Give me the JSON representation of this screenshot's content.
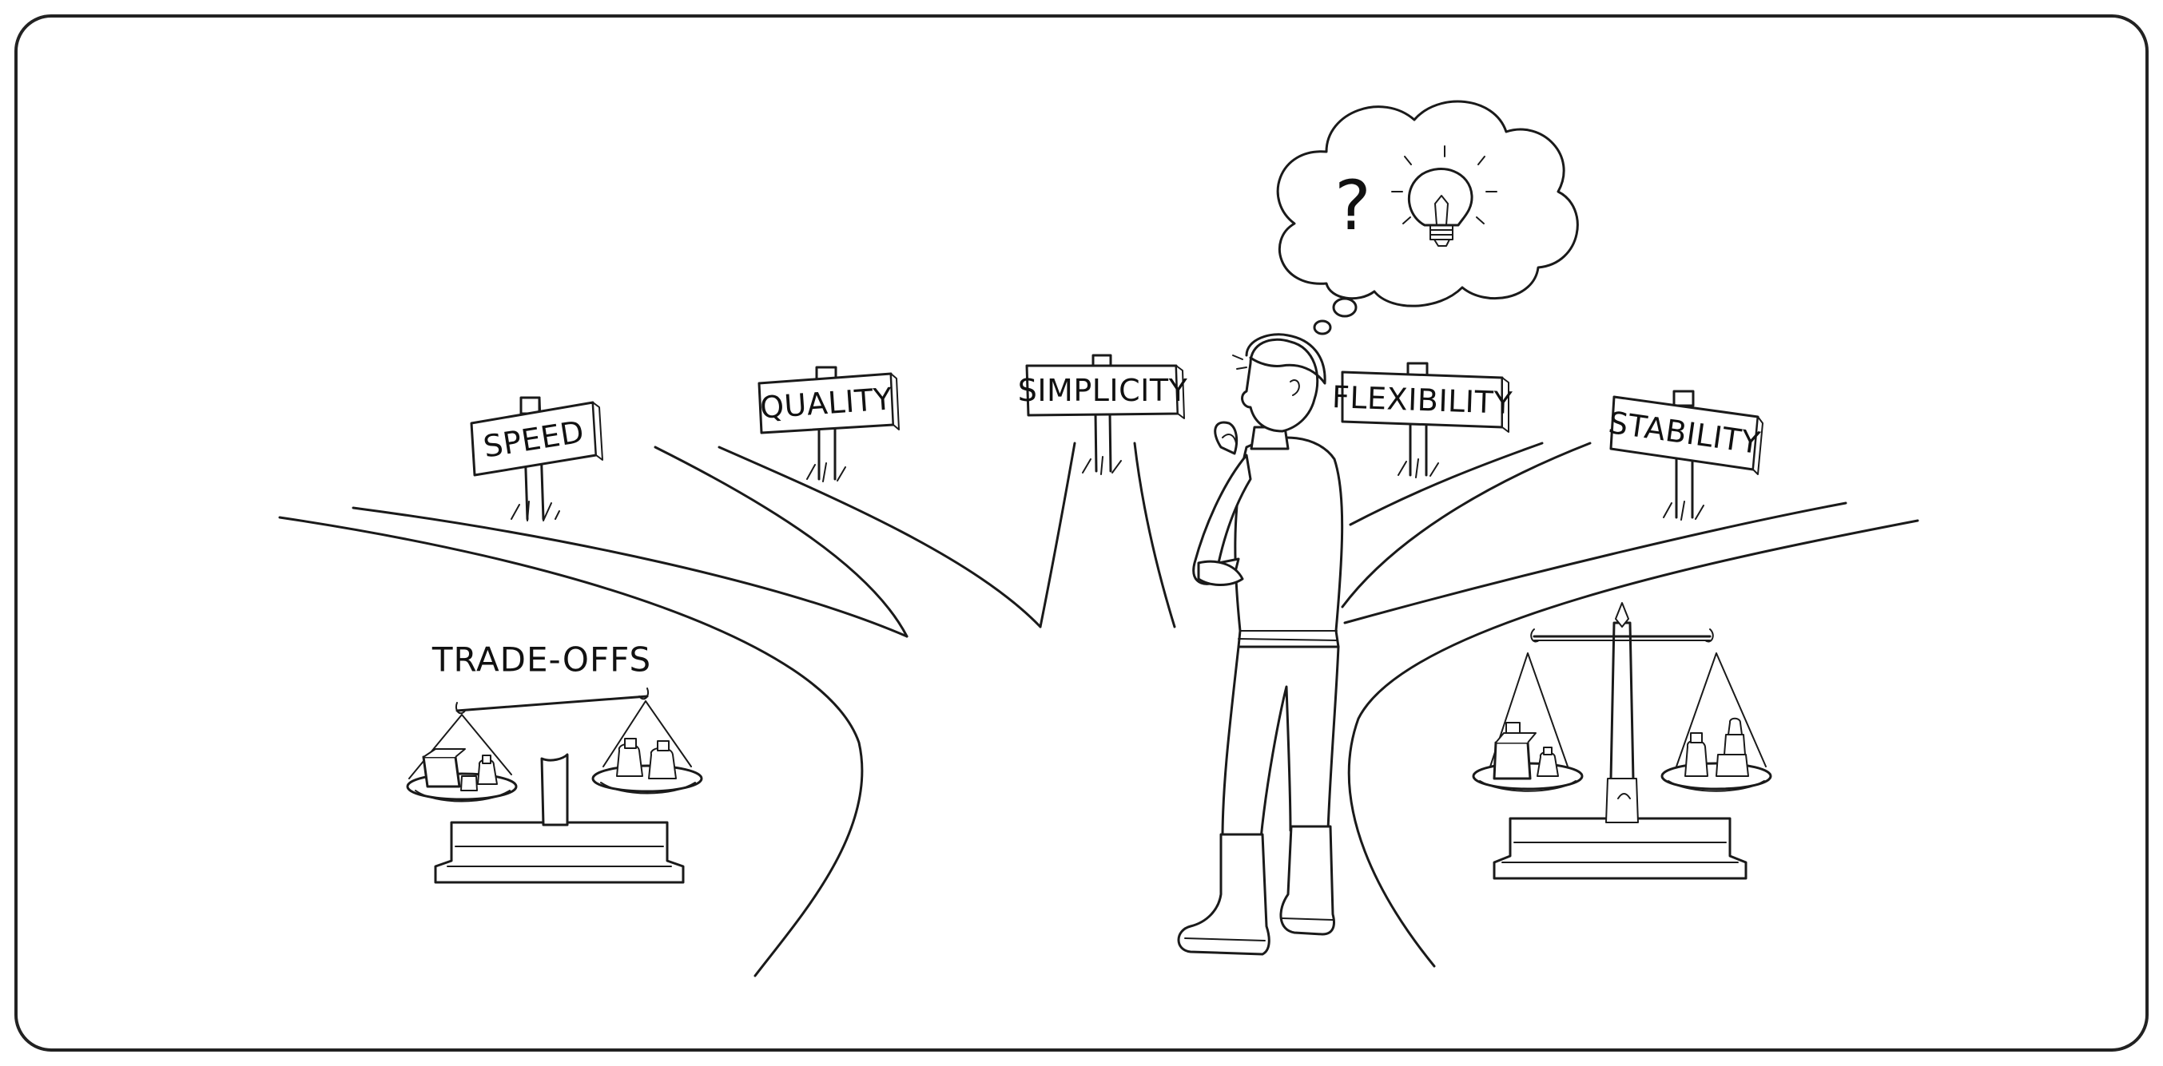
{
  "signs": [
    {
      "id": "speed",
      "label": "SPEED"
    },
    {
      "id": "quality",
      "label": "QUALITY"
    },
    {
      "id": "simplicity",
      "label": "SIMPLICITY"
    },
    {
      "id": "flexibility",
      "label": "FLEXIBILITY"
    },
    {
      "id": "stability",
      "label": "STABILITY"
    }
  ],
  "caption": "TRADE-OFFS",
  "thought": {
    "question_glyph": "?",
    "icons": [
      "question-mark-icon",
      "lightbulb-icon"
    ]
  },
  "colors": {
    "ink": "#1a1a1a",
    "paper": "#ffffff",
    "frame": "#222222"
  }
}
